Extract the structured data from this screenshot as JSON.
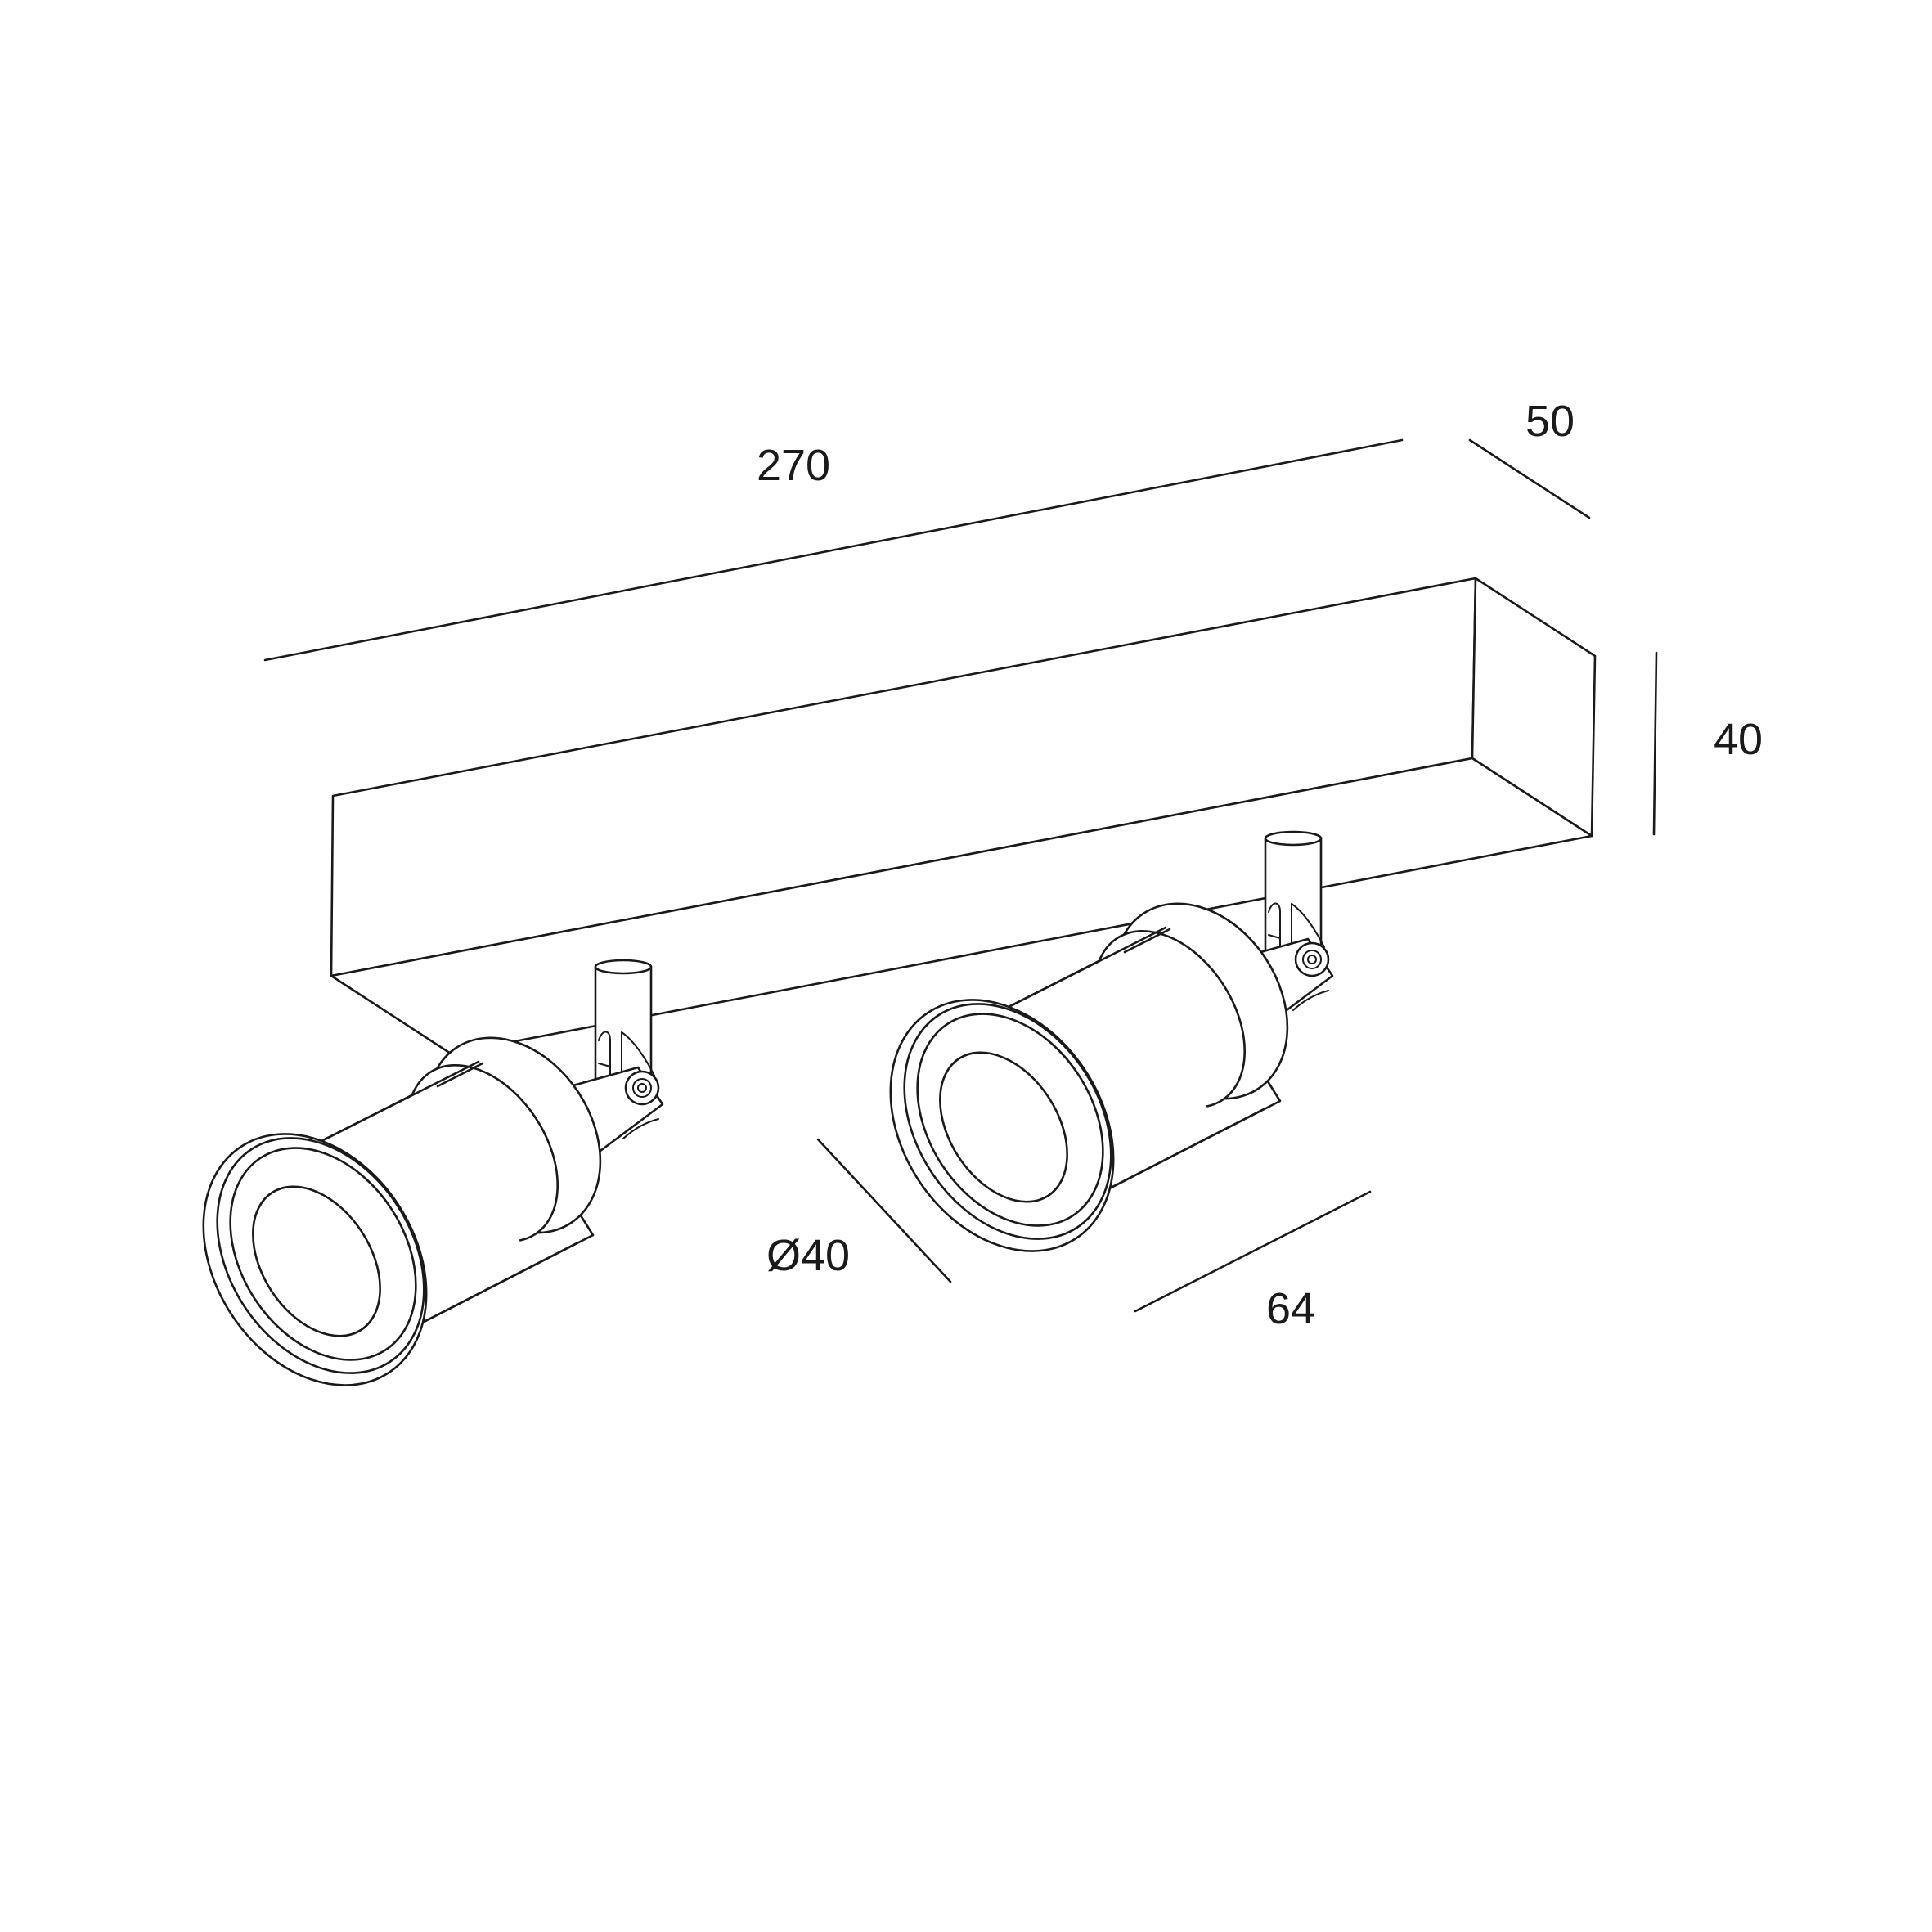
{
  "dimensions": {
    "length": "270",
    "depth": "50",
    "height": "40",
    "diameter": "Ø40",
    "spot_length": "64"
  }
}
